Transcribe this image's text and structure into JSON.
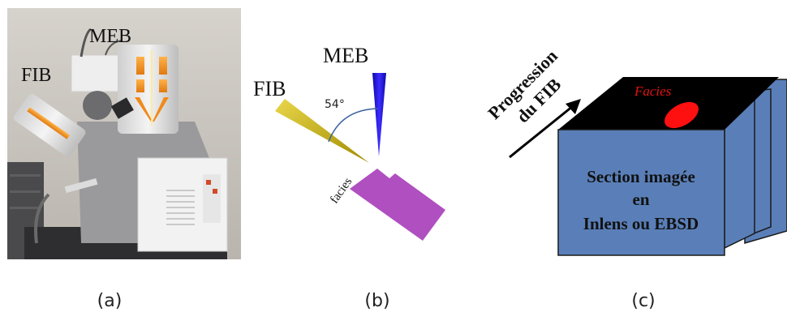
{
  "panel_a": {
    "caption": "(a)",
    "label_fib": "FIB",
    "label_meb": "MEB"
  },
  "panel_b": {
    "caption": "(b)",
    "label_fib": "FIB",
    "label_meb": "MEB",
    "angle_label": "54°",
    "sample_label": "facies",
    "colors": {
      "fib_beam": "#c8b400",
      "meb_beam": "#1a10d8",
      "sample": "#b04fc0",
      "arc": "#3a5fa0"
    }
  },
  "panel_c": {
    "caption": "(c)",
    "progression_line1": "Progression",
    "progression_line2": "du FIB",
    "facies_label": "Facies",
    "section_line1": "Section imagée",
    "section_line2": "en",
    "section_line3": "Inlens ou EBSD",
    "colors": {
      "front_face": "#5a7fb8",
      "top_face": "#000000",
      "facies_spot": "#ff1010",
      "facies_text": "#e81010"
    }
  }
}
